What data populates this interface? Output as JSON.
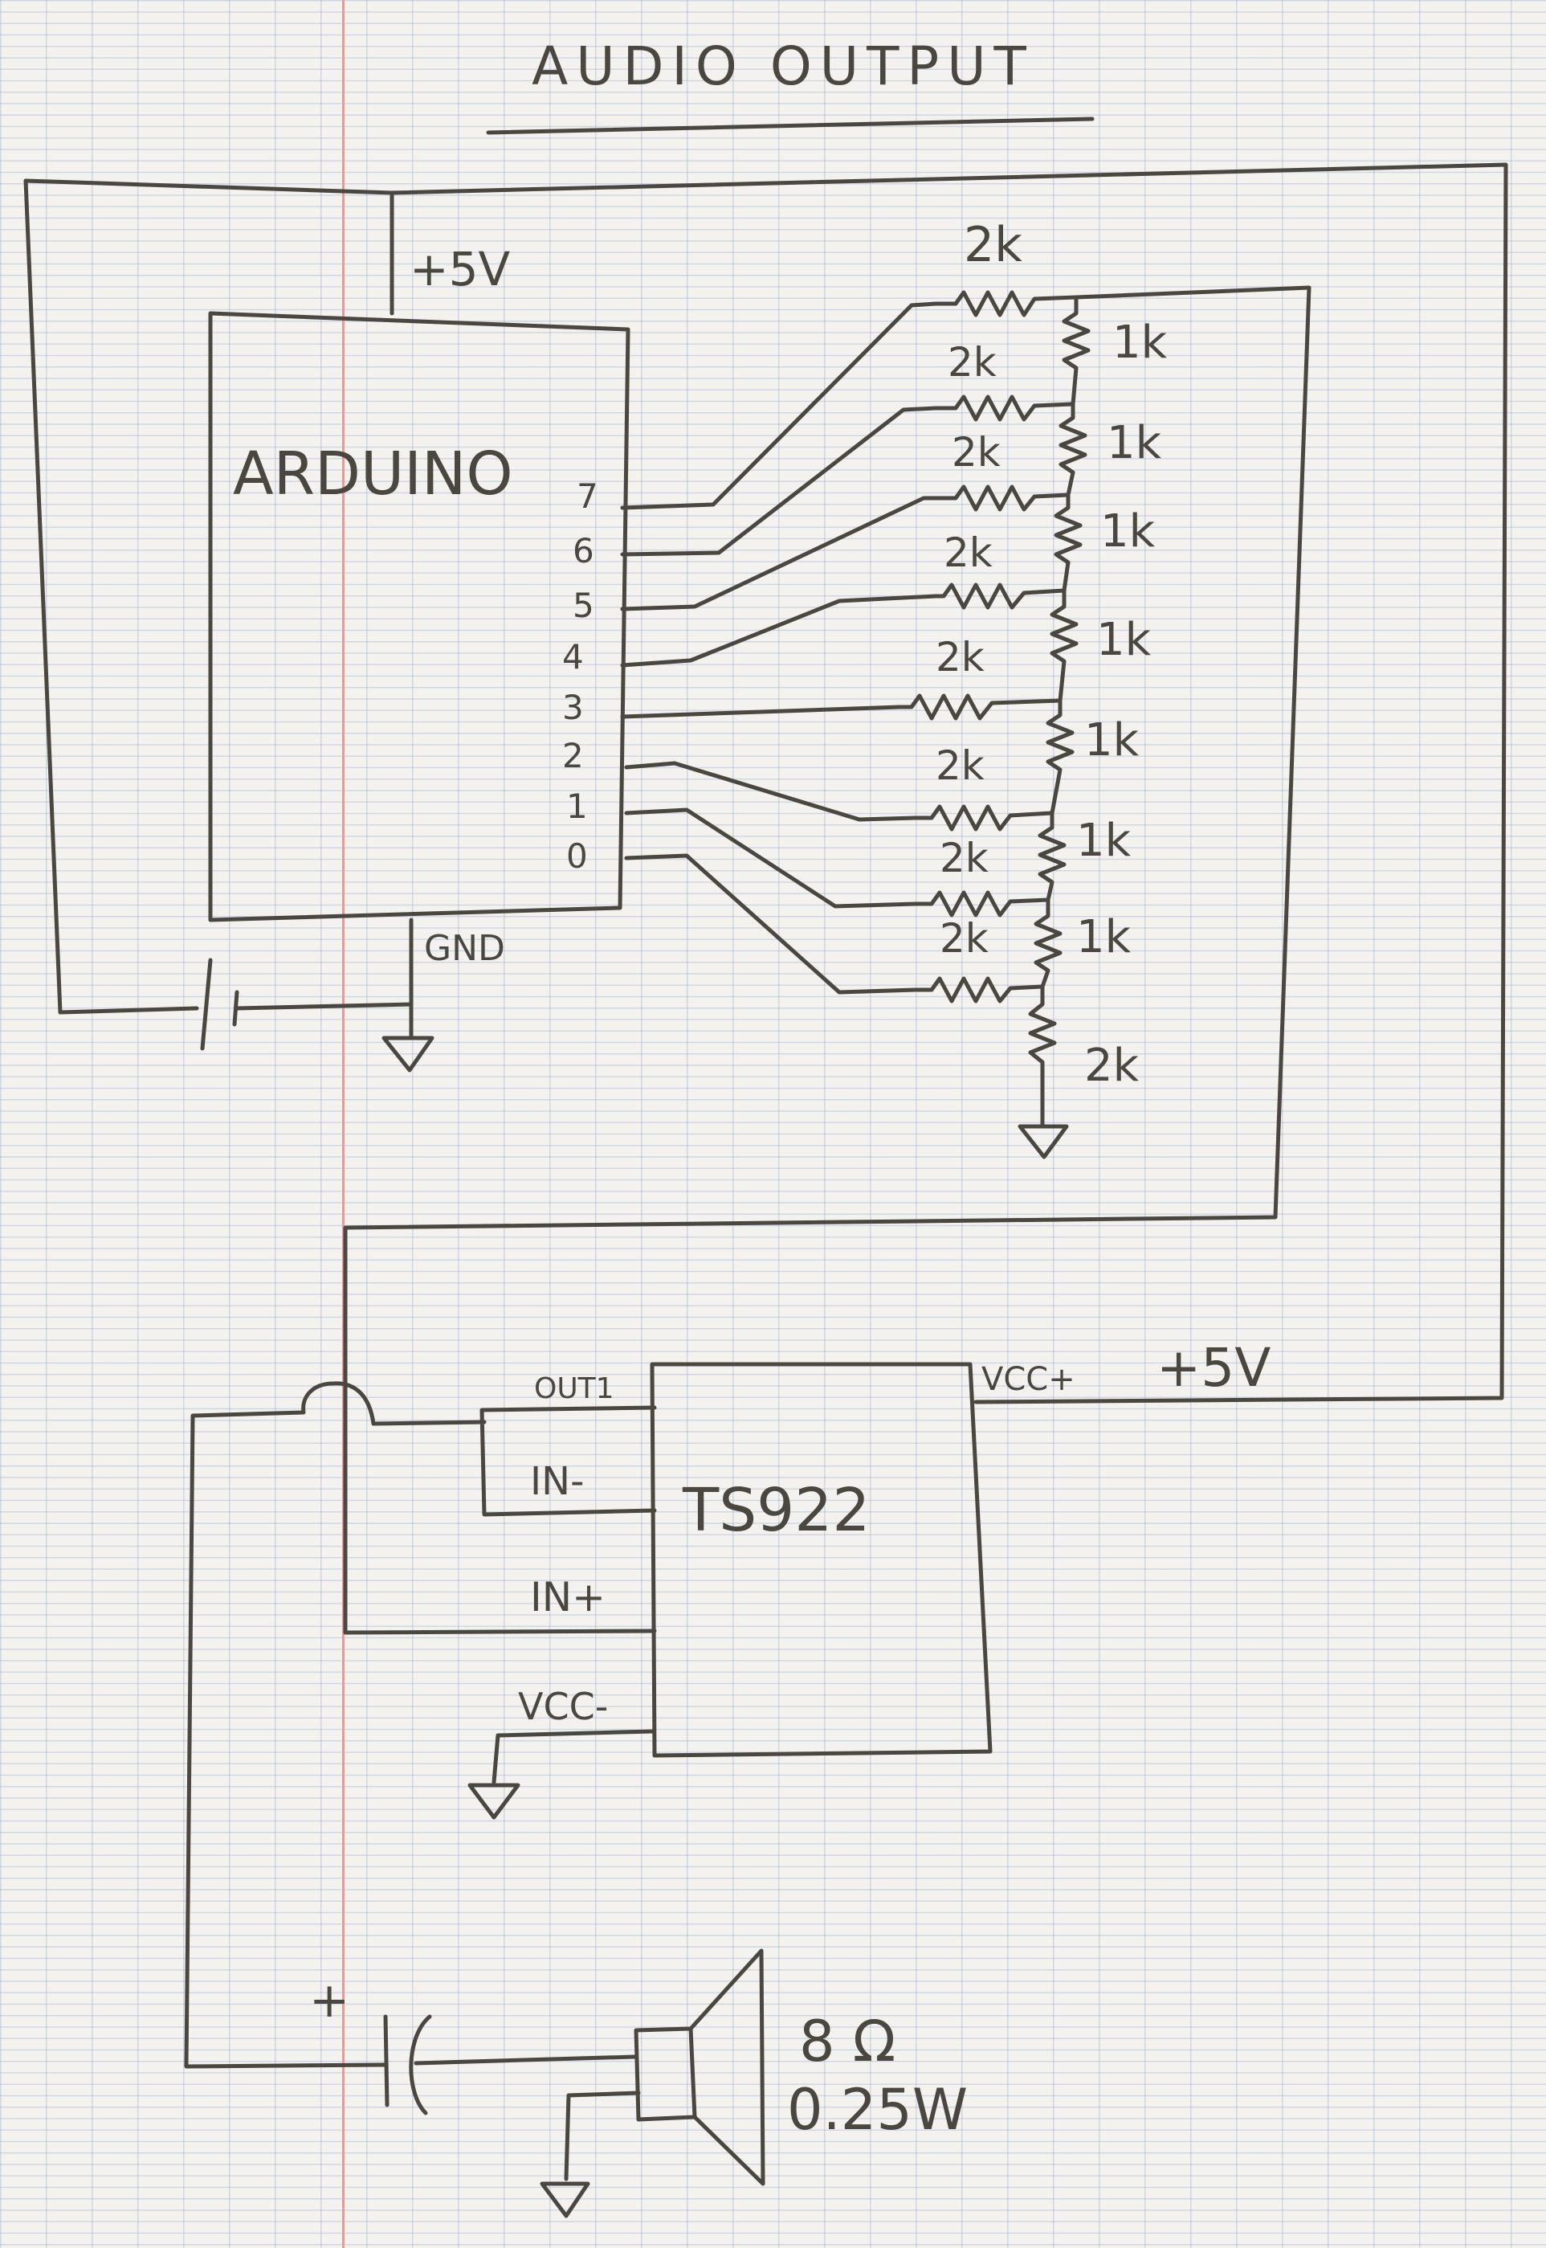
{
  "title": "AUDIO OUTPUT",
  "arduino": {
    "label": "ARDUINO",
    "supply": "+5V",
    "ground": "GND",
    "pins": [
      "7",
      "6",
      "5",
      "4",
      "3",
      "2",
      "1",
      "0"
    ]
  },
  "ladder": {
    "top_value": "2k",
    "series_values": [
      "2k",
      "2k",
      "2k",
      "2k",
      "2k",
      "2k",
      "2k"
    ],
    "shunt_values": [
      "1k",
      "1k",
      "1k",
      "1k",
      "1k",
      "1k",
      "1k"
    ],
    "bottom_value": "2k"
  },
  "amplifier": {
    "label": "TS922",
    "pins": {
      "out1": "OUT1",
      "in_minus": "IN-",
      "in_plus": "IN+",
      "vcc_minus": "VCC-",
      "vcc_plus": "VCC+"
    },
    "supply": "+5V"
  },
  "capacitor": {
    "polarity": "+"
  },
  "speaker": {
    "impedance": "8 Ω",
    "power": "0.25W"
  },
  "colors": {
    "ink": "#4a4640",
    "grid": "#8c9cc4",
    "margin": "#e79a9a",
    "paper": "#f3f2ef"
  }
}
